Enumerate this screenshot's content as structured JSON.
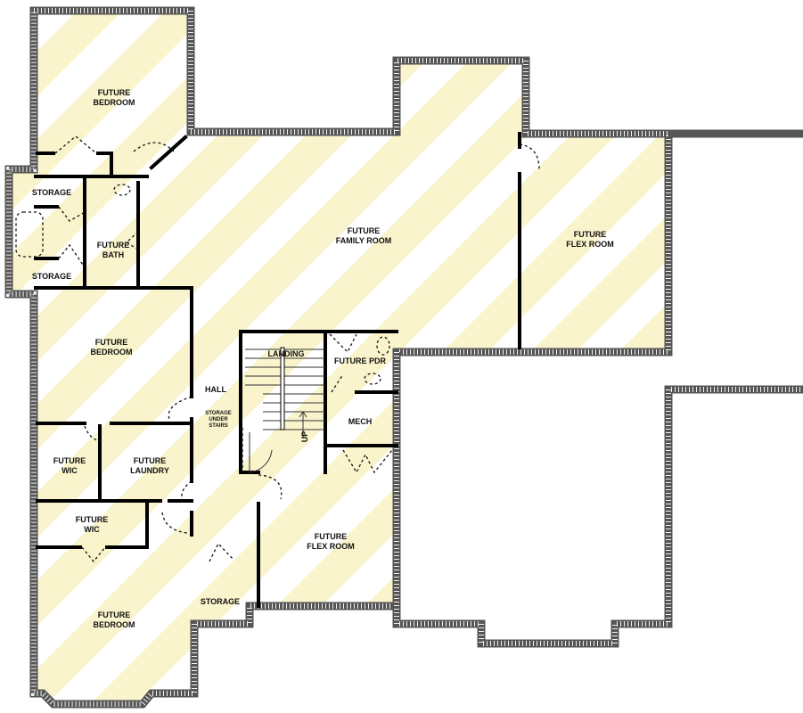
{
  "colors": {
    "stripe": "#faf4cc",
    "wall": "#000000"
  },
  "rooms": [
    {
      "id": "future-bedroom-top",
      "lines": [
        "FUTURE",
        "BEDROOM"
      ]
    },
    {
      "id": "storage-upper",
      "lines": [
        "STORAGE"
      ]
    },
    {
      "id": "storage-lower",
      "lines": [
        "STORAGE"
      ]
    },
    {
      "id": "future-bath",
      "lines": [
        "FUTURE",
        "BATH"
      ]
    },
    {
      "id": "future-family-room",
      "lines": [
        "FUTURE",
        "FAMILY ROOM"
      ]
    },
    {
      "id": "future-flex-room-right",
      "lines": [
        "FUTURE",
        "FLEX ROOM"
      ]
    },
    {
      "id": "future-bedroom-middle",
      "lines": [
        "FUTURE",
        "BEDROOM"
      ]
    },
    {
      "id": "landing",
      "lines": [
        "LANDING"
      ]
    },
    {
      "id": "future-pdr",
      "lines": [
        "FUTURE PDR"
      ]
    },
    {
      "id": "hall",
      "lines": [
        "HALL"
      ]
    },
    {
      "id": "storage-under-stairs",
      "lines": [
        "STORAGE",
        "UNDER",
        "STAIRS"
      ]
    },
    {
      "id": "up",
      "lines": [
        "UP"
      ]
    },
    {
      "id": "mech",
      "lines": [
        "MECH"
      ]
    },
    {
      "id": "future-wic-1",
      "lines": [
        "FUTURE",
        "WIC"
      ]
    },
    {
      "id": "future-laundry",
      "lines": [
        "FUTURE",
        "LAUNDRY"
      ]
    },
    {
      "id": "future-flex-room-lower",
      "lines": [
        "FUTURE",
        "FLEX ROOM"
      ]
    },
    {
      "id": "future-wic-2",
      "lines": [
        "FUTURE",
        "WIC"
      ]
    },
    {
      "id": "storage-bottom",
      "lines": [
        "STORAGE"
      ]
    },
    {
      "id": "future-bedroom-bottom",
      "lines": [
        "FUTURE",
        "BEDROOM"
      ]
    }
  ]
}
